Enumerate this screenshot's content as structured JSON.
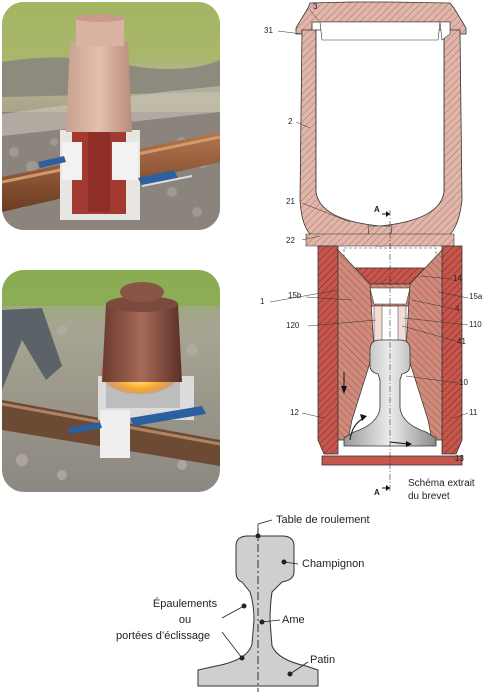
{
  "patent": {
    "callouts": {
      "c3": "3",
      "c31": "31",
      "c2": "2",
      "c21": "21",
      "c22": "22",
      "c1": "1",
      "c14": "14",
      "c15b": "15b",
      "c15a": "15a",
      "c4": "4",
      "c120": "120",
      "c110": "110",
      "c41": "41",
      "c10": "10",
      "c12": "12",
      "c11": "11",
      "c13": "13"
    },
    "section_top": "A",
    "section_bottom": "A",
    "caption_line1": "Schéma extrait",
    "caption_line2": "du brevet"
  },
  "rail": {
    "table": "Table de roulement",
    "champignon": "Champignon",
    "epaulements_line1": "Épaulements",
    "epaulements_line2": "ou",
    "epaulements_line3": "portées d’éclissage",
    "ame": "Ame",
    "patin": "Patin"
  },
  "colors": {
    "crucible_red": "#b5403a",
    "crucible_pink": "#d7a59a",
    "rail_grey": "#cfcfcf",
    "outline": "#333333"
  }
}
